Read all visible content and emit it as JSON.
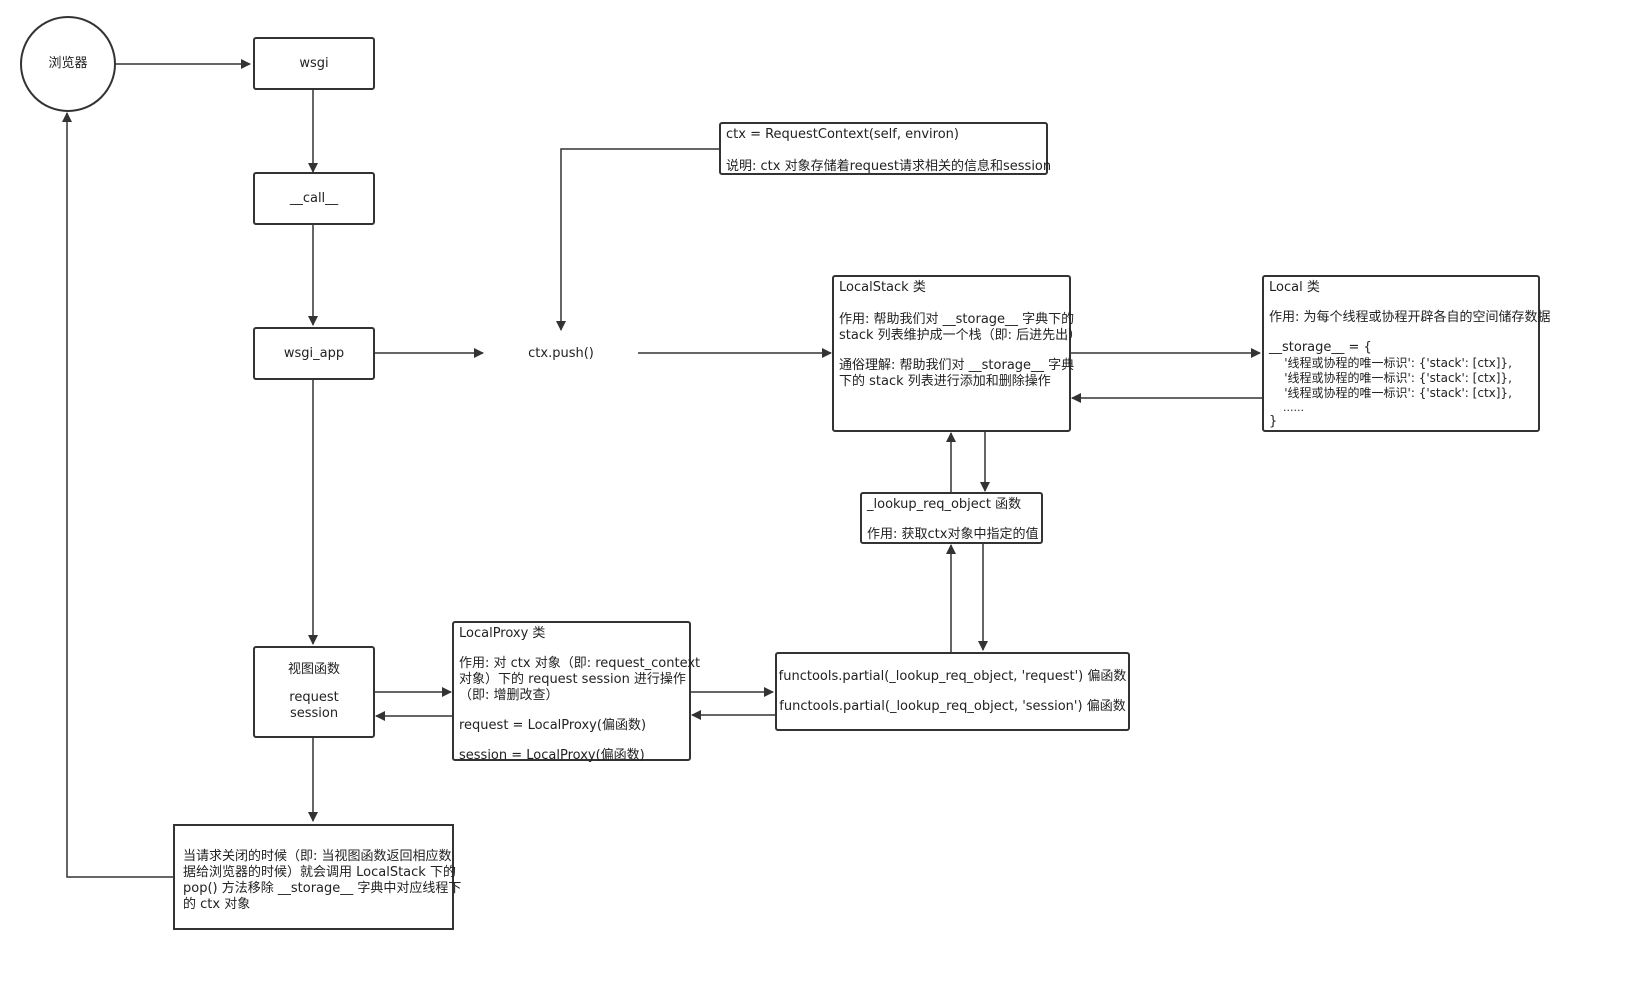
{
  "nodes": {
    "browser": "浏览器",
    "wsgi": "wsgi",
    "call": "__call__",
    "wsgi_app": "wsgi_app",
    "ctx_push": "ctx.push()",
    "request_context": {
      "line1": "ctx = RequestContext(self, environ)",
      "line2": "说明: ctx 对象存储着request请求相关的信息和session"
    },
    "localstack": {
      "title": "LocalStack 类",
      "p1_line1": "作用: 帮助我们对 __storage__ 字典下的",
      "p1_line2": "stack 列表维护成一个栈（即: 后进先出）",
      "p2_line1": "通俗理解: 帮助我们对 __storage__ 字典",
      "p2_line2": "下的 stack 列表进行添加和删除操作"
    },
    "local": {
      "title": "Local 类",
      "desc": "作用: 为每个线程或协程开辟各自的空间储存数据",
      "s0": "__storage__ = {",
      "s1": "    '线程或协程的唯一标识': {'stack': [ctx]},",
      "s2": "    '线程或协程的唯一标识': {'stack': [ctx]},",
      "s3": "    '线程或协程的唯一标识': {'stack': [ctx]},",
      "s4": "    ......",
      "s5": "}"
    },
    "lookup": {
      "title": "_lookup_req_object 函数",
      "desc": "作用: 获取ctx对象中指定的值"
    },
    "view": {
      "title": "视图函数",
      "l1": "request",
      "l2": "session"
    },
    "localproxy": {
      "title": "LocalProxy 类",
      "d1": "作用: 对 ctx 对象（即: request_context",
      "d2": "对象）下的 request session 进行操作",
      "d3": "（即: 增删改查）",
      "r": "request = LocalProxy(偏函数)",
      "s": "session = LocalProxy(偏函数)"
    },
    "partial": {
      "l1": "functools.partial(_lookup_req_object, 'request') 偏函数",
      "l2": "functools.partial(_lookup_req_object, 'session') 偏函数"
    },
    "close": {
      "l1": "当请求关闭的时候（即: 当视图函数返回相应数",
      "l2": "据给浏览器的时候）就会调用 LocalStack 下的",
      "l3": "pop() 方法移除 __storage__ 字典中对应线程下",
      "l4": "的 ctx 对象"
    }
  }
}
